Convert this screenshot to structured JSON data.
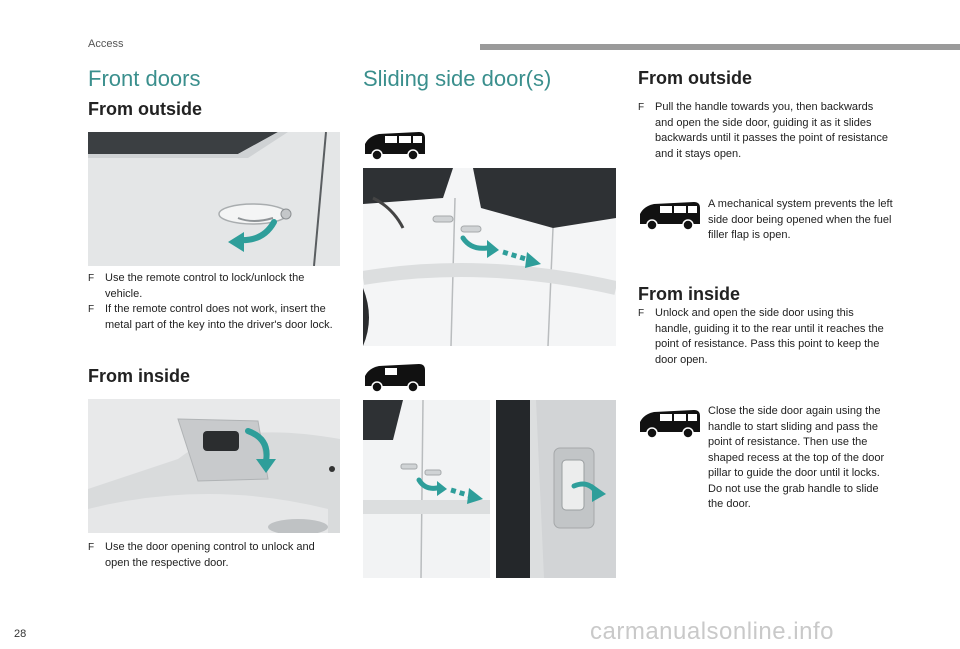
{
  "header": {
    "section": "Access"
  },
  "front_doors": {
    "title": "Front doors",
    "from_outside": {
      "heading": "From outside",
      "bullets": [
        "Use the remote control to lock/unlock the vehicle.",
        "If the remote control does not work, insert the metal part of the key into the driver's door lock."
      ]
    },
    "from_inside": {
      "heading": "From inside",
      "bullets": [
        "Use the door opening control to unlock and open the respective door."
      ]
    }
  },
  "sliding": {
    "title": "Sliding side door(s)"
  },
  "right": {
    "from_outside": {
      "heading": "From outside",
      "bullet": "Pull the handle towards you, then backwards and open the side door, guiding it as it slides backwards until it passes the point of resistance and it stays open.",
      "note": "A mechanical system prevents the left side door being opened when the fuel filler flap is open."
    },
    "from_inside": {
      "heading": "From inside",
      "bullet": "Unlock and open the side door using this handle, guiding it to the rear until it reaches the point of resistance. Pass this point to keep the door open.",
      "note1": "Close the side door again using the handle to start sliding and pass the point of resistance. Then use the shaped recess at the top of the door pillar to guide the door until it locks.",
      "note2": "Do not use the grab handle to slide the door."
    }
  },
  "bullet_glyph": "F",
  "footer": {
    "page_number": "28",
    "watermark": "carmanualsonline.info"
  },
  "colors": {
    "accent": "#3a8f8d",
    "arrow": "#2e9e9a",
    "bar": "#9a9a9a"
  }
}
